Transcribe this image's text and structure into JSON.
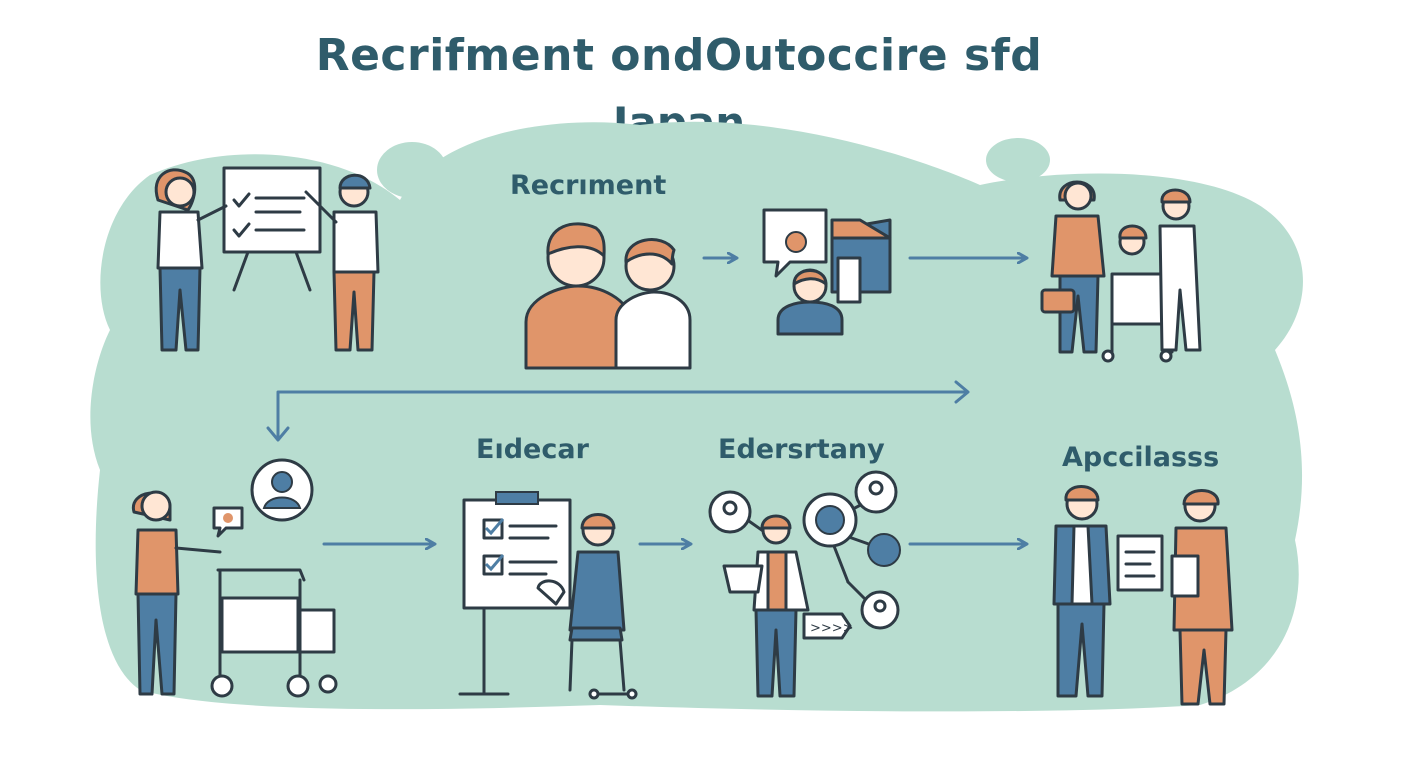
{
  "title": {
    "line1": "Recrifment ondOutoccire sfd",
    "line2": "Japan"
  },
  "stages": {
    "recruitment": "Recrıment",
    "eidecar": "Eıdecar",
    "edersrtany": "Edersrtany",
    "apccilasss": "Apccilasss"
  },
  "badge_text": ">>>>",
  "colors": {
    "blob": "#b8ddd0",
    "accent_blue": "#4e7ea4",
    "accent_orange": "#e0956a",
    "title": "#2f5c6b",
    "line": "#2e3b45"
  },
  "icons": [
    "checklist-board-icon",
    "speech-bubble-icon",
    "arrow-right-icon",
    "user-avatar-icon",
    "cart-icon",
    "clipboard-icon",
    "briefcase-icon"
  ]
}
